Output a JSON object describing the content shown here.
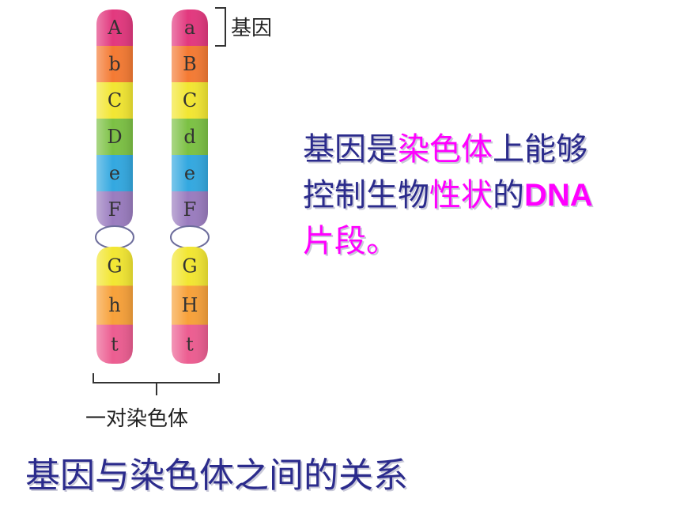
{
  "colors": {
    "bands": [
      "#e2387e",
      "#f47a33",
      "#f2e632",
      "#7cc144",
      "#33a8e0",
      "#9a7cbf"
    ],
    "lower_bands": [
      "#f2e632",
      "#f7a13a",
      "#ec5d91"
    ],
    "text_primary": "#2b2b8c",
    "text_highlight": "#ff00ff"
  },
  "chromosomes": [
    {
      "name": "left",
      "upper_genes": [
        "A",
        "b",
        "C",
        "D",
        "e",
        "F"
      ],
      "lower_genes": [
        "G",
        "h",
        "t"
      ]
    },
    {
      "name": "right",
      "upper_genes": [
        "a",
        "B",
        "C",
        "d",
        "e",
        "F"
      ],
      "lower_genes": [
        "G",
        "H",
        "t"
      ]
    }
  ],
  "labels": {
    "gene": "基因",
    "chromosome_pair": "一对染色体"
  },
  "definition": {
    "p1": "基因是",
    "p2": "染色体",
    "p3": "上能够",
    "p4": "控制生物",
    "p5": "性状",
    "p6": "的",
    "p7": "DNA",
    "p8": "片段。"
  },
  "title": "基因与染色体之间的关系"
}
